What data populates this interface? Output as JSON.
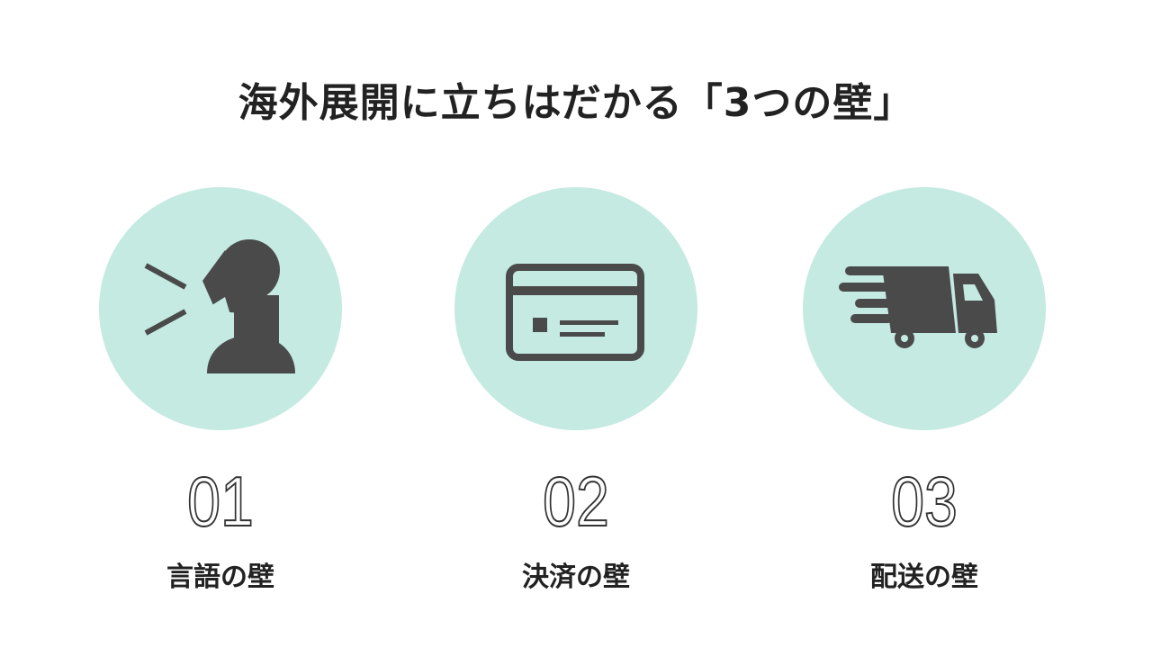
{
  "title": "海外展開に立ちはだかる「3つの壁」",
  "colors": {
    "circle": "#c4eae2",
    "icon": "#4a4a4a",
    "text": "#222222"
  },
  "items": [
    {
      "number": "01",
      "label": "言語の壁",
      "icon": "speaking-person-icon"
    },
    {
      "number": "02",
      "label": "決済の壁",
      "icon": "credit-card-icon"
    },
    {
      "number": "03",
      "label": "配送の壁",
      "icon": "delivery-truck-icon"
    }
  ]
}
